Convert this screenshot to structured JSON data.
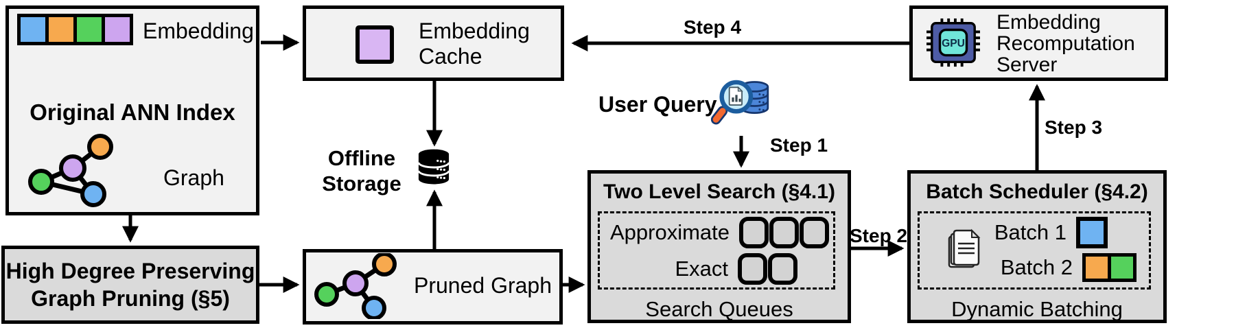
{
  "colors": {
    "blue": "#6FB3F2",
    "orange": "#F7A94E",
    "green": "#55D15C",
    "purple": "#CDA5EF",
    "cache_purple": "#D9B6F3",
    "box_light": "#F2F2F2",
    "box_dark": "#DADADA",
    "queue_fill": "#D3D3D3",
    "gpu_body": "#4E5CA6",
    "gpu_screen": "#70E6D9",
    "gpu_text": "#0D2B46",
    "query_db": "#4C86D9",
    "query_dark": "#16366E",
    "lens_fill": "#C9ECF9",
    "lens_rim": "#1C5D9E",
    "handle_orange": "#F2682F"
  },
  "ann_index": {
    "embedding_label": "Embedding",
    "title": "Original ANN Index",
    "graph_label": "Graph"
  },
  "pruning": {
    "line1": "High Degree Preserving",
    "line2": "Graph Pruning (§5)"
  },
  "cache": {
    "line1": "Embedding",
    "line2": "Cache"
  },
  "storage": {
    "line1": "Offline",
    "line2": "Storage"
  },
  "pruned": {
    "label": "Pruned Graph"
  },
  "user_query": {
    "label": "User Query"
  },
  "two_level": {
    "title": "Two Level Search (§4.1)",
    "approximate_label": "Approximate",
    "exact_label": "Exact",
    "footer": "Search Queues"
  },
  "batch": {
    "title": "Batch Scheduler (§4.2)",
    "batch1_label": "Batch 1",
    "batch2_label": "Batch 2",
    "footer": "Dynamic Batching"
  },
  "server": {
    "line1": "Embedding",
    "line2": "Recomputation",
    "line3": "Server",
    "gpu_label": "GPU"
  },
  "steps": {
    "step1": "Step 1",
    "step2": "Step 2",
    "step3": "Step 3",
    "step4": "Step 4"
  }
}
